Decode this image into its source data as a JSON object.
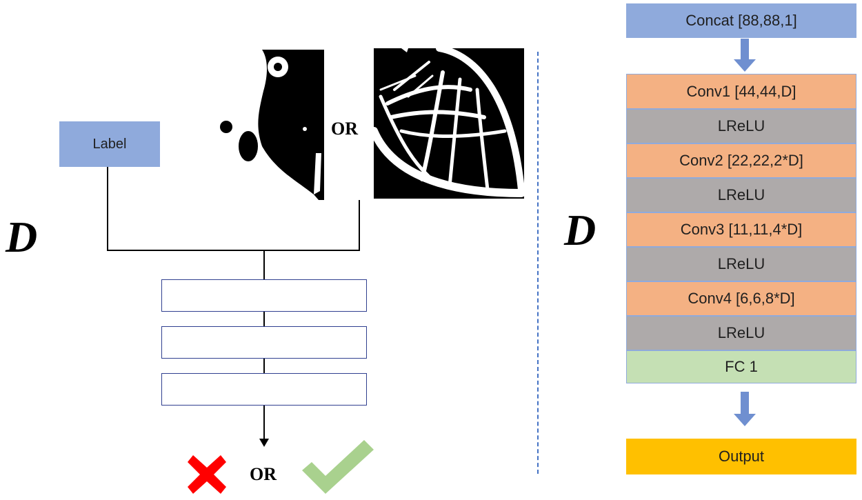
{
  "left": {
    "d_symbol": "D",
    "label_box": "Label",
    "or_between_masks": "OR",
    "or_between_verdicts": "OR",
    "verdict_icons": [
      "cross-icon",
      "check-icon"
    ]
  },
  "right": {
    "d_symbol": "D",
    "layers": [
      {
        "text": "Concat [88,88,1]",
        "kind": "concat"
      },
      {
        "text": "Conv1 [44,44,D]",
        "kind": "conv"
      },
      {
        "text": "LReLU",
        "kind": "lrelu"
      },
      {
        "text": "Conv2 [22,22,2*D]",
        "kind": "conv"
      },
      {
        "text": "LReLU",
        "kind": "lrelu"
      },
      {
        "text": "Conv3 [11,11,4*D]",
        "kind": "conv"
      },
      {
        "text": "LReLU",
        "kind": "lrelu"
      },
      {
        "text": "Conv4 [6,6,8*D]",
        "kind": "conv"
      },
      {
        "text": "LReLU",
        "kind": "lrelu"
      },
      {
        "text": "FC 1",
        "kind": "fc"
      },
      {
        "text": "Output",
        "kind": "output"
      }
    ]
  },
  "colors": {
    "concat_blue": "#8faadc",
    "conv_orange": "#f4b183",
    "lrelu_gray": "#aeaaaa",
    "fc_green": "#c5e0b4",
    "output_yellow": "#ffc000",
    "cross_red": "#ff0000",
    "check_green": "#a9d18e",
    "divider_blue": "#4472c4"
  }
}
